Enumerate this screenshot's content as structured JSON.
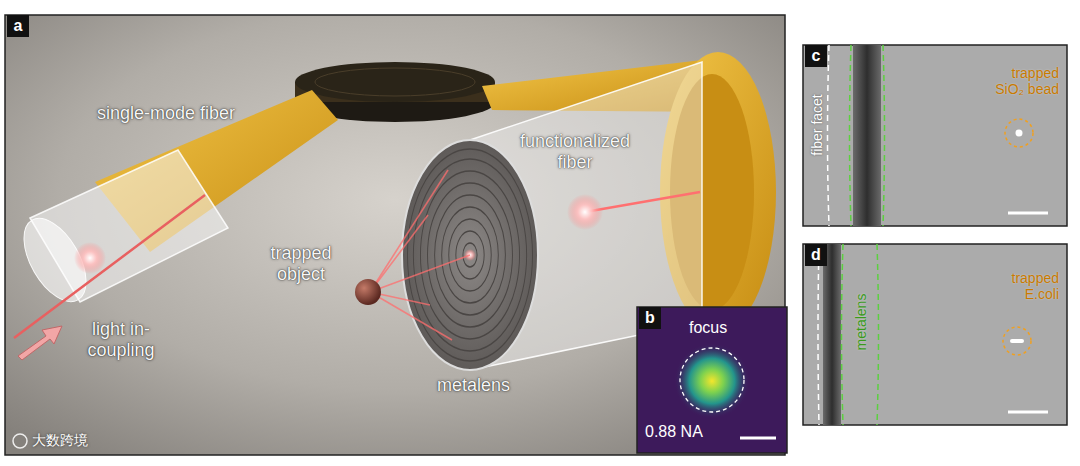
{
  "diagram": {
    "nodes": [
      {
        "text": [
          "a",
          "single-mode fiber",
          "functionalized fiber",
          "trapped object",
          "light in-coupling",
          "metalens"
        ]
      },
      {
        "text": [
          "b",
          "focus",
          "0.88 NA"
        ],
        "in": 0
      },
      {
        "text": [
          "c",
          "fiber facet",
          "trapped SiO₂ bead"
        ]
      },
      {
        "text": [
          "d",
          "metalens",
          "trapped E.coli"
        ]
      }
    ],
    "labels": [
      "大数跨境"
    ]
  }
}
